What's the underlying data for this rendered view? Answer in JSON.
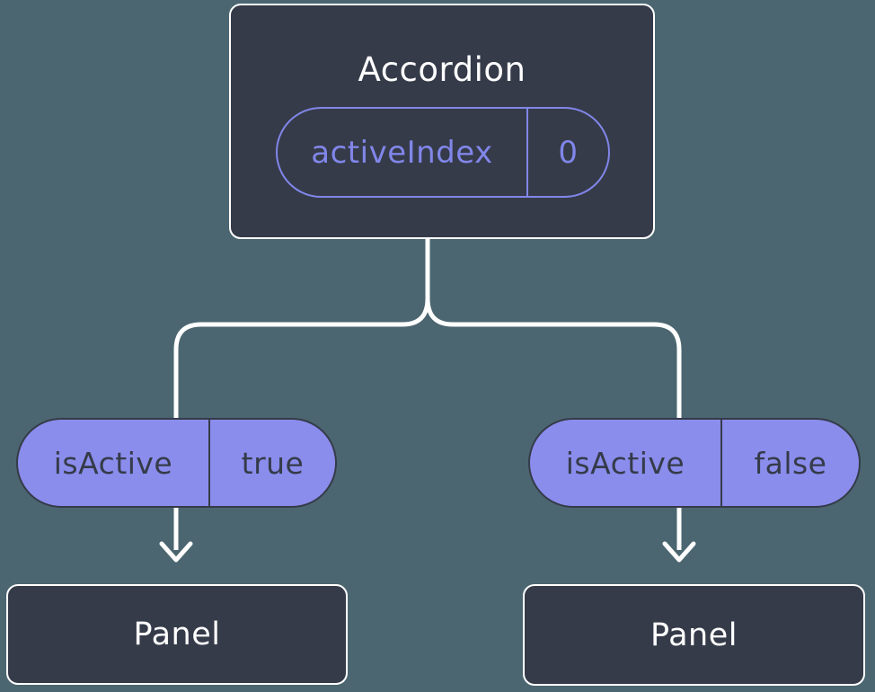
{
  "diagram": {
    "root": {
      "title": "Accordion",
      "prop": {
        "name": "activeIndex",
        "value": "0"
      }
    },
    "branches": [
      {
        "state": {
          "name": "isActive",
          "value": "true"
        },
        "node": {
          "title": "Panel"
        }
      },
      {
        "state": {
          "name": "isActive",
          "value": "false"
        },
        "node": {
          "title": "Panel"
        }
      }
    ]
  },
  "colors": {
    "background": "#4B6670",
    "node_fill": "#353B49",
    "node_border": "#FFFFFF",
    "accent_purple": "#8186E9",
    "pill_fill": "#8A8DEC",
    "pill_ink": "#353B49",
    "connector": "#FFFFFF"
  }
}
